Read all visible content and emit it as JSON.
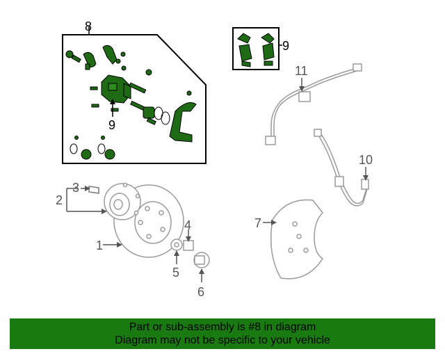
{
  "callouts": {
    "c1": "1",
    "c2": "2",
    "c3": "3",
    "c4": "4",
    "c5": "5",
    "c6": "6",
    "c7": "7",
    "c8": "8",
    "c9a": "9",
    "c9b": "9",
    "c10": "10",
    "c11": "11"
  },
  "banner": {
    "line1": "Part or sub-assembly is #8 in diagram",
    "line2": "Diagram may not be specific to your vehicle"
  },
  "colors": {
    "highlight": "#1f6a14",
    "line": "#555555",
    "ghost": "#9a9a9a",
    "banner_bg": "#1a7a12"
  },
  "icons": {
    "caliper": "brake-caliper-icon",
    "pads": "brake-pads-icon",
    "rotor": "brake-rotor-icon",
    "hub": "wheel-hub-icon",
    "shield": "dust-shield-icon",
    "abs_sensor": "abs-sensor-icon",
    "brake_hose": "brake-hose-icon"
  }
}
